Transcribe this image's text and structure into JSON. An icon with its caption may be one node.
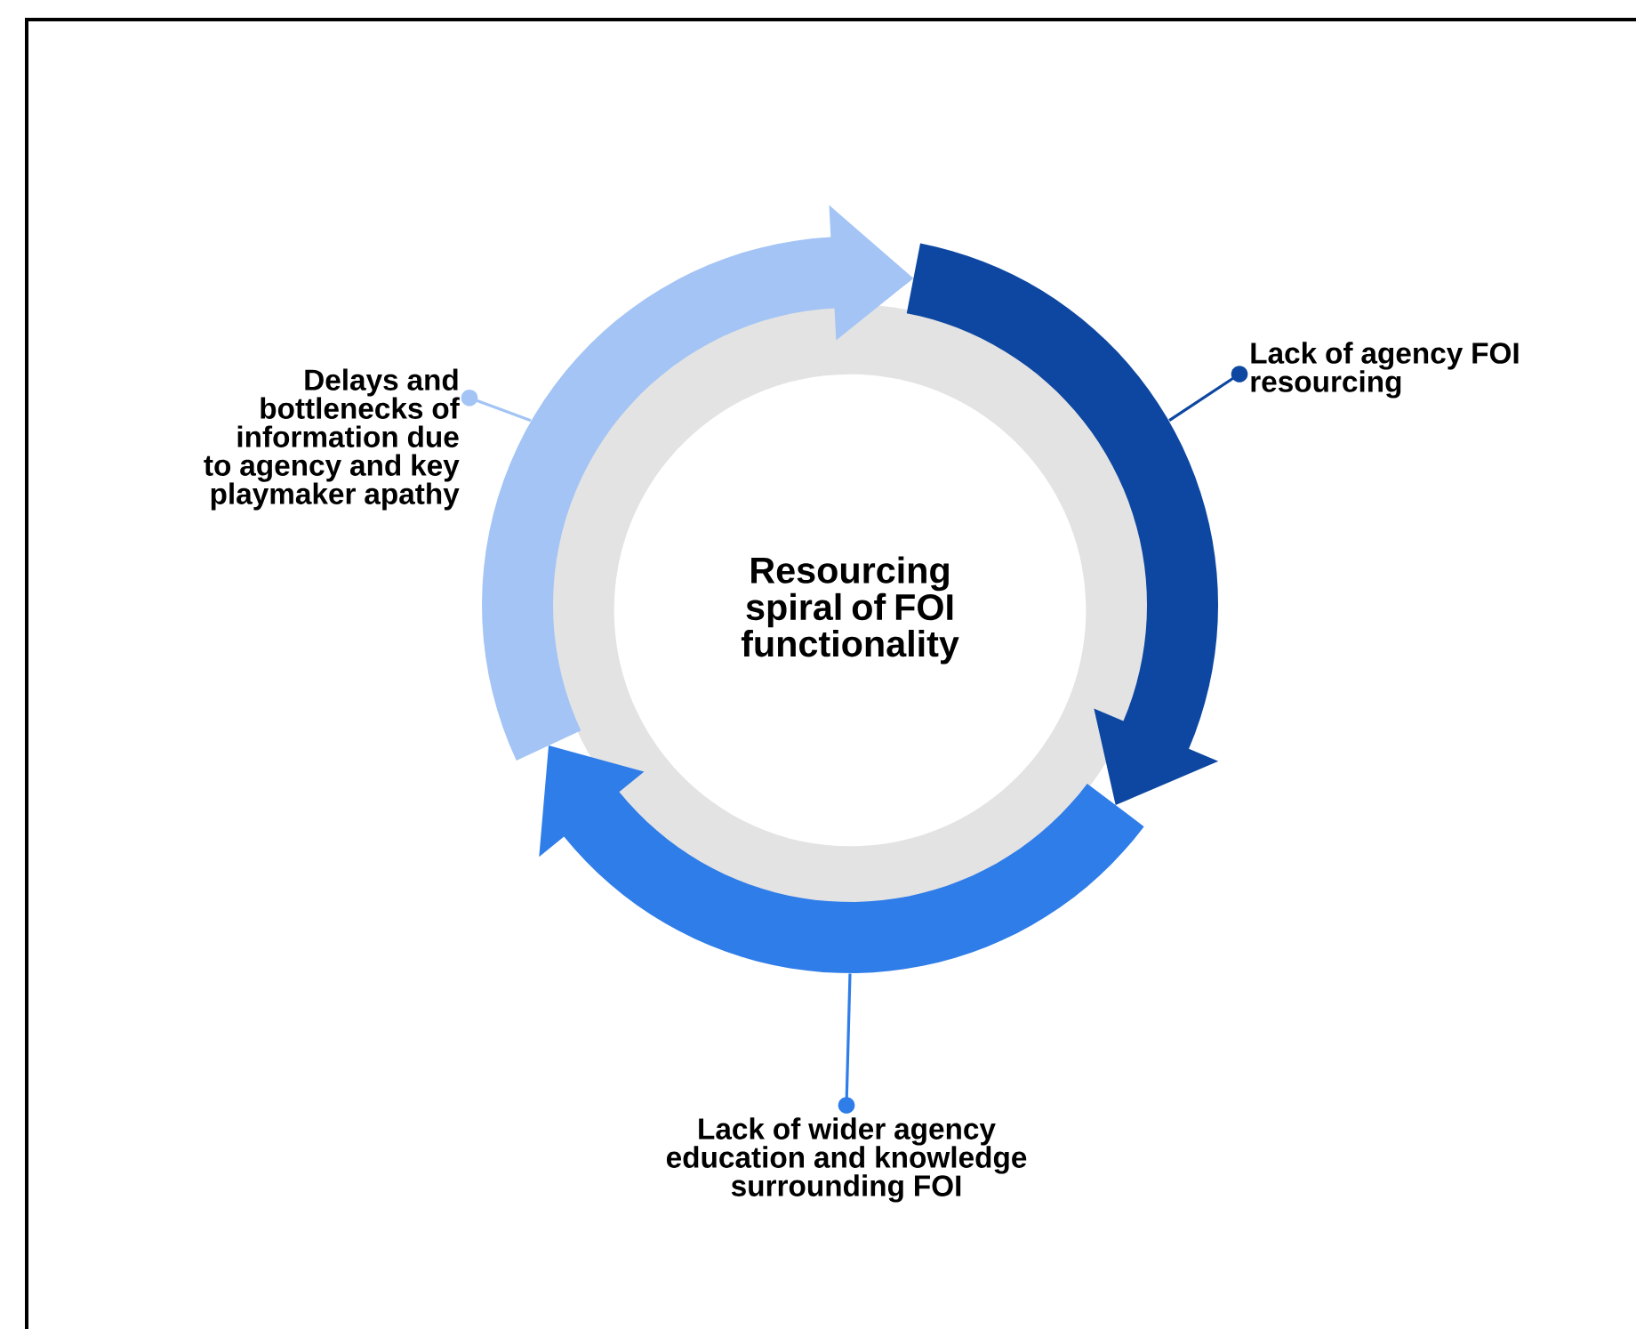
{
  "diagram": {
    "nodes": [
      {
        "text": [
          "Delays and bottlenecks of information due to agency and key playmaker apathy"
        ]
      },
      {
        "text": [
          "Lack of agency FOI resourcing"
        ]
      },
      {
        "text": [
          "Resourcing spiral of FOI functionality"
        ]
      },
      {
        "text": [
          "Lack of wider agency education and knowledge surrounding FOI"
        ]
      },
      {
        "text": [],
        "shape": "arrow"
      },
      {
        "text": [],
        "shape": "arrow"
      },
      {
        "text": [],
        "shape": "arrow"
      }
    ],
    "edges": [
      {
        "from": 0,
        "to": 4,
        "arrow": "other",
        "color": "#a3c4f5"
      },
      {
        "from": 1,
        "to": 5,
        "arrow": "other",
        "color": "#0d47a1"
      },
      {
        "from": 3,
        "to": 6,
        "arrow": "other",
        "color": "#2f7de9"
      }
    ]
  }
}
